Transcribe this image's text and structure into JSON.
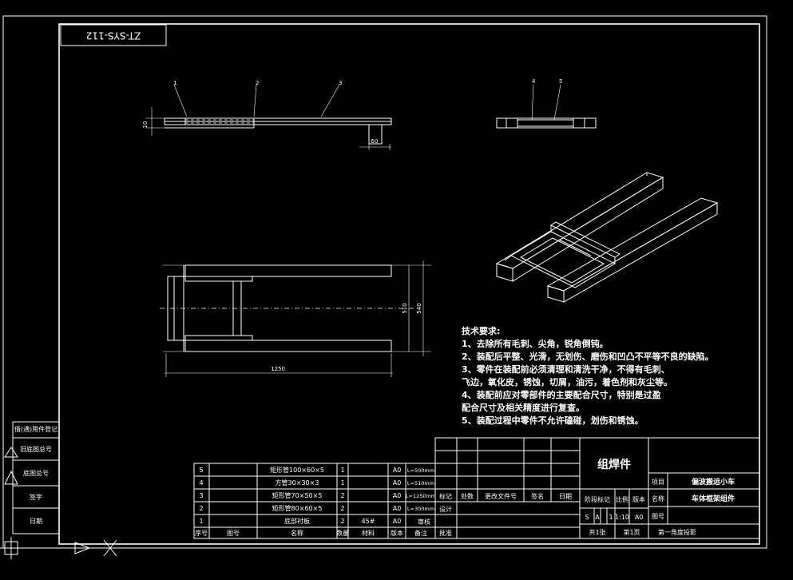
{
  "drawing_code": "ZT-SYS-112",
  "dimensions": {
    "height_view": "10",
    "leg": "60",
    "width_inner": "510",
    "width_outer": "540",
    "length": "1250"
  },
  "callouts": [
    "1",
    "2",
    "3",
    "4",
    "5"
  ],
  "tech_requirements": {
    "title": "技术要求:",
    "lines": [
      "1、去除所有毛刺、尖角，锐角倒钝。",
      "2、装配后平整、光滑，无划伤、磨伤和凹凸不平等不良的缺陷。",
      "3、零件在装配前必须清理和清洗干净，不得有毛刺、",
      "飞边，氧化皮，锈蚀，切屑，油污，着色剂和灰尘等。",
      "4、装配前应对零部件的主要配合尺寸，特别是过盈",
      "配合尺寸及相关精度进行复查。",
      "5、装配过程中零件不允许磕碰，划伤和锈蚀。"
    ]
  },
  "left_strip": [
    "借(通)用件登记",
    "旧底图总号",
    "底图总号",
    "签字",
    "日期"
  ],
  "bom": {
    "rows": [
      {
        "no": "5",
        "code": "",
        "name": "矩形管100×60×5",
        "qty": "1",
        "material": "",
        "scale": "A0",
        "note": "L=500mm"
      },
      {
        "no": "4",
        "code": "",
        "name": "方管30×30×3",
        "qty": "1",
        "material": "",
        "scale": "A0",
        "note": "L=510mm"
      },
      {
        "no": "3",
        "code": "",
        "name": "矩形管70×50×5",
        "qty": "2",
        "material": "",
        "scale": "A0",
        "note": "L=1250mm"
      },
      {
        "no": "2",
        "code": "",
        "name": "矩形管80×60×5",
        "qty": "2",
        "material": "",
        "scale": "A0",
        "note": "L=300mm"
      },
      {
        "no": "1",
        "code": "",
        "name": "底部衬板",
        "qty": "2",
        "material": "45#",
        "scale": "A0",
        "note": ""
      }
    ],
    "header": [
      "序号",
      "图号",
      "名称",
      "数量",
      "材料",
      "版本",
      "备注"
    ]
  },
  "title_block": {
    "part_name": "组焊件",
    "project_label": "项目",
    "project_value": "偏波搬运小车",
    "name_label": "名称",
    "name_value": "车体框架组件",
    "drawing_no_label": "图号",
    "rev_headers": [
      "标记",
      "处数",
      "更改文件号",
      "签名",
      "日期"
    ],
    "left_labels": [
      "设计",
      "审核",
      "批准"
    ],
    "stage_headers": [
      "阶段标记",
      "比例",
      "版本"
    ],
    "stage_values": [
      "S",
      "A",
      "1",
      "1:10",
      "A0"
    ],
    "sheet_total": "共1张",
    "sheet_no": "第1页",
    "projection": "第一角度投影"
  }
}
